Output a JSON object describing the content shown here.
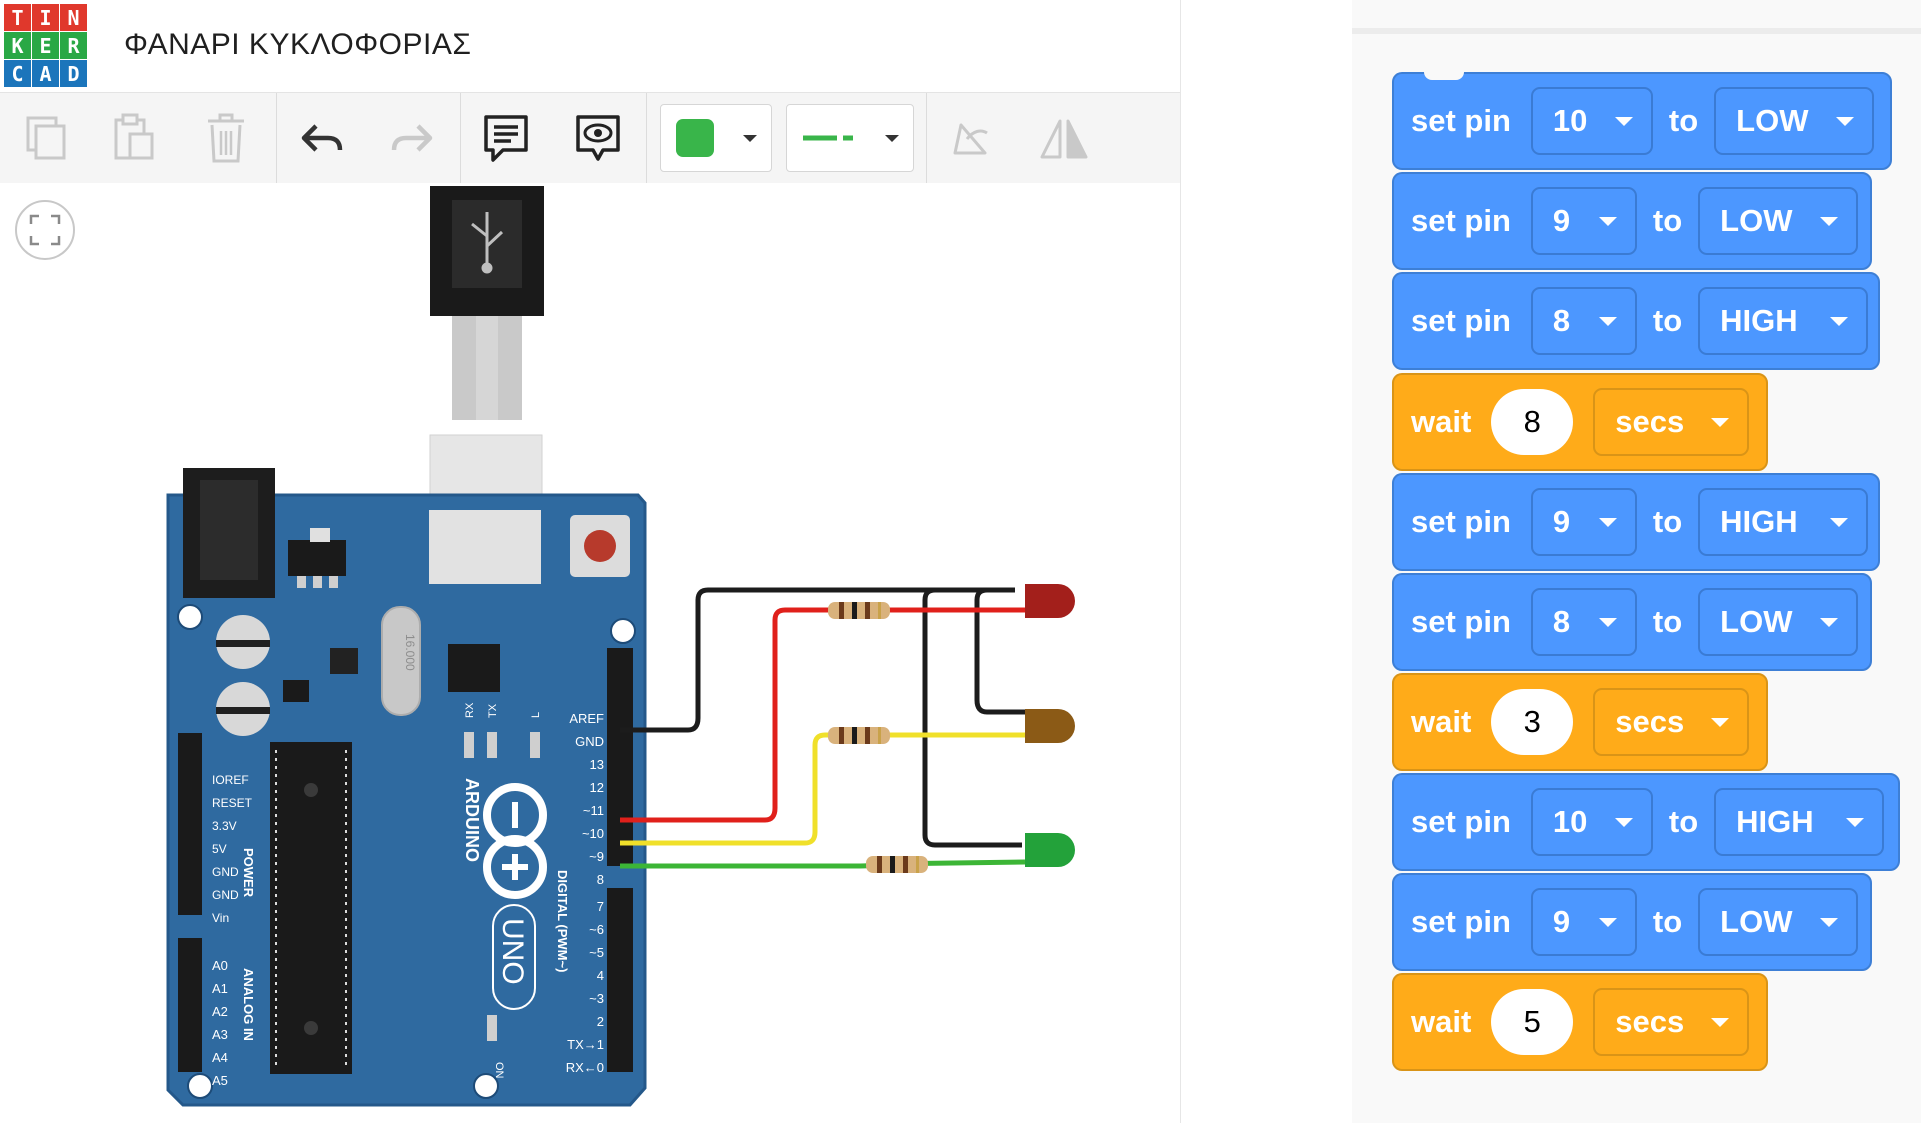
{
  "header": {
    "logo_letters": [
      "T",
      "I",
      "N",
      "K",
      "E",
      "R",
      "C",
      "A",
      "D"
    ],
    "logo_colors": [
      "#e0382c",
      "#e0382c",
      "#e0382c",
      "#29a845",
      "#29a845",
      "#29a845",
      "#1b75bb",
      "#1b75bb",
      "#1b75bb"
    ],
    "design_title": "ΦΑΝΑΡΙ ΚΥΚΛΟΦΟΡΙΑΣ"
  },
  "toolbar": {
    "tools": [
      "copy-icon",
      "paste-icon",
      "trash-icon",
      "undo-icon",
      "redo-icon",
      "notes-icon",
      "visibility-icon",
      "color-picker",
      "wire-type-picker",
      "rotate-icon",
      "mirror-icon"
    ],
    "selected_color": "#39b54a"
  },
  "board": {
    "logo_text": "ARDUINO",
    "model": "UNO",
    "crystal_text": "16.000",
    "power_header_title": "POWER",
    "power_pins": [
      "IOREF",
      "RESET",
      "3.3V",
      "5V",
      "GND",
      "GND",
      "Vin"
    ],
    "analog_header_title": "ANALOG IN",
    "analog_pins": [
      "A0",
      "A1",
      "A2",
      "A3",
      "A4",
      "A5"
    ],
    "digital_header_title": "DIGITAL (PWM~)",
    "digital_pins_top": [
      "AREF",
      "GND",
      "13",
      "12",
      "~11",
      "~10",
      "~9",
      "8"
    ],
    "digital_pins_bottom": [
      "7",
      "~6",
      "~5",
      "4",
      "~3",
      "2",
      "TX→1",
      "RX←0"
    ],
    "led_labels": [
      "RX",
      "TX",
      "L",
      "ON"
    ]
  },
  "circuit": {
    "leds": [
      {
        "color": "#a31f1b",
        "pin": "~10"
      },
      {
        "color": "#8b5a16",
        "pin": "~9"
      },
      {
        "color": "#23a23a",
        "pin": "8"
      }
    ],
    "wire_colors": {
      "gnd": "#1c1c1c",
      "red": "#e0201b",
      "yellow": "#f0e02a",
      "green": "#3cb536"
    }
  },
  "blocks": [
    {
      "type": "set_pin",
      "label": "set pin",
      "pin": "10",
      "to_label": "to",
      "value": "LOW"
    },
    {
      "type": "set_pin",
      "label": "set pin",
      "pin": "9",
      "to_label": "to",
      "value": "LOW"
    },
    {
      "type": "set_pin",
      "label": "set pin",
      "pin": "8",
      "to_label": "to",
      "value": "HIGH"
    },
    {
      "type": "wait",
      "label": "wait",
      "amount": "8",
      "unit": "secs"
    },
    {
      "type": "set_pin",
      "label": "set pin",
      "pin": "9",
      "to_label": "to",
      "value": "HIGH"
    },
    {
      "type": "set_pin",
      "label": "set pin",
      "pin": "8",
      "to_label": "to",
      "value": "LOW"
    },
    {
      "type": "wait",
      "label": "wait",
      "amount": "3",
      "unit": "secs"
    },
    {
      "type": "set_pin",
      "label": "set pin",
      "pin": "10",
      "to_label": "to",
      "value": "HIGH"
    },
    {
      "type": "set_pin",
      "label": "set pin",
      "pin": "9",
      "to_label": "to",
      "value": "LOW"
    },
    {
      "type": "wait",
      "label": "wait",
      "amount": "5",
      "unit": "secs"
    }
  ]
}
